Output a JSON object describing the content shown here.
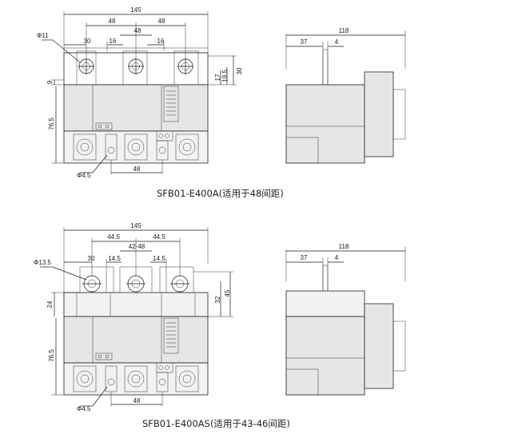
{
  "colors": {
    "dark_grey": "#c9c9c9",
    "light_grey": "#e6e6e6",
    "line": "#1a1a1a"
  },
  "view_a": {
    "caption": "SFB01-E400A(适用于48间距)",
    "width_145": "145",
    "spacing_48_left": "48",
    "spacing_48_right": "48",
    "spacing_48_mid": "48",
    "offset_30": "30",
    "offset_16_left": "16",
    "offset_16_right": "16",
    "hole_dia": "Φ11",
    "left_9": "9",
    "right_17": "17",
    "right_19_5": "19.5",
    "right_30": "30",
    "height_76_5": "76.5",
    "small_hole": "Φ4.5",
    "bottom_48": "48",
    "side_118": "118",
    "side_37": "37",
    "side_4": "4"
  },
  "view_as": {
    "caption": "SFB01-E400AS(适用于43-46间距)",
    "width_145": "145",
    "spacing_44_5_left": "44.5",
    "spacing_44_5_right": "44.5",
    "spacing_42_48": "42-48",
    "offset_30": "30",
    "offset_14_5_left": "14.5",
    "offset_14_5_right": "14.5",
    "hole_dia": "Φ13.5",
    "left_24": "24",
    "right_32": "32",
    "right_45": "45",
    "height_76_5": "76.5",
    "small_hole": "Φ4.5",
    "bottom_48": "48",
    "side_118": "118",
    "side_37": "37",
    "side_4": "4"
  }
}
